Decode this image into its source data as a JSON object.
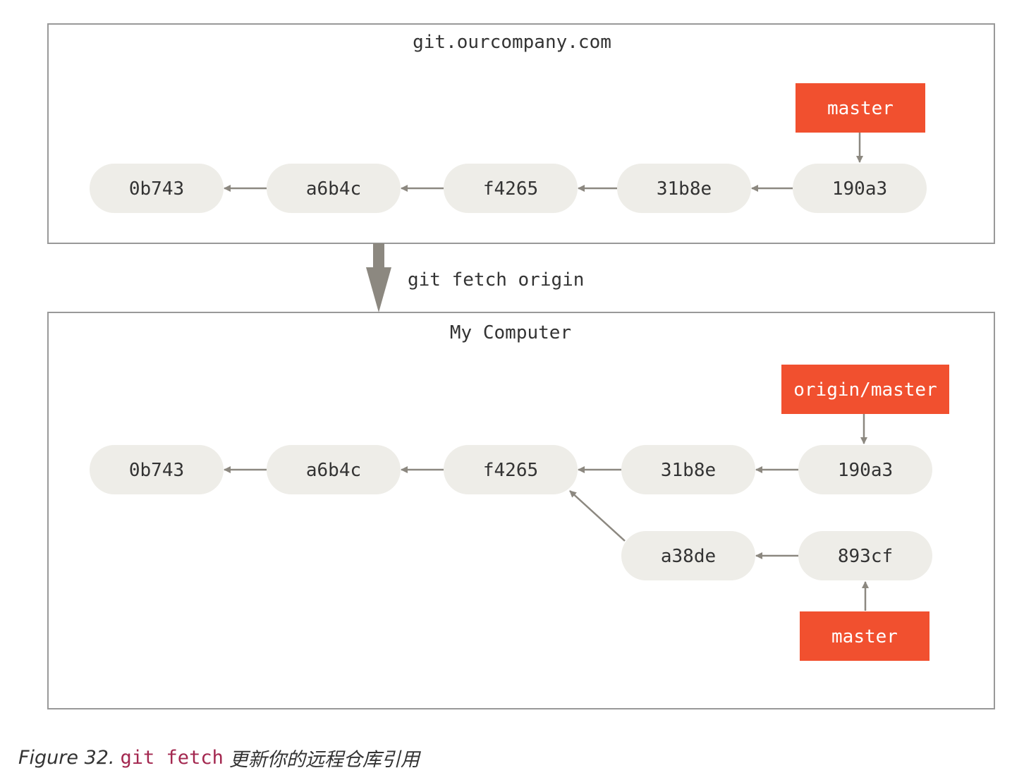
{
  "colors": {
    "commit_fill": "#eeede8",
    "ref_fill": "#f1502f",
    "ref_text": "#ffffff",
    "arrow": "#8c8880",
    "box_border": "#999999",
    "text": "#333333",
    "caption_code": "#a3274f"
  },
  "remote": {
    "title": "git.ourcompany.com",
    "commits": [
      "0b743",
      "a6b4c",
      "f4265",
      "31b8e",
      "190a3"
    ],
    "branch_label": "master"
  },
  "operation": {
    "command": "git fetch origin"
  },
  "local": {
    "title": "My Computer",
    "commits": [
      "0b743",
      "a6b4c",
      "f4265",
      "31b8e",
      "190a3"
    ],
    "branch_commits": [
      "a38de",
      "893cf"
    ],
    "remote_ref_label": "origin/master",
    "branch_label": "master"
  },
  "caption": {
    "figure": "Figure 32.",
    "code": "git fetch",
    "description": "更新你的远程仓库引用"
  }
}
